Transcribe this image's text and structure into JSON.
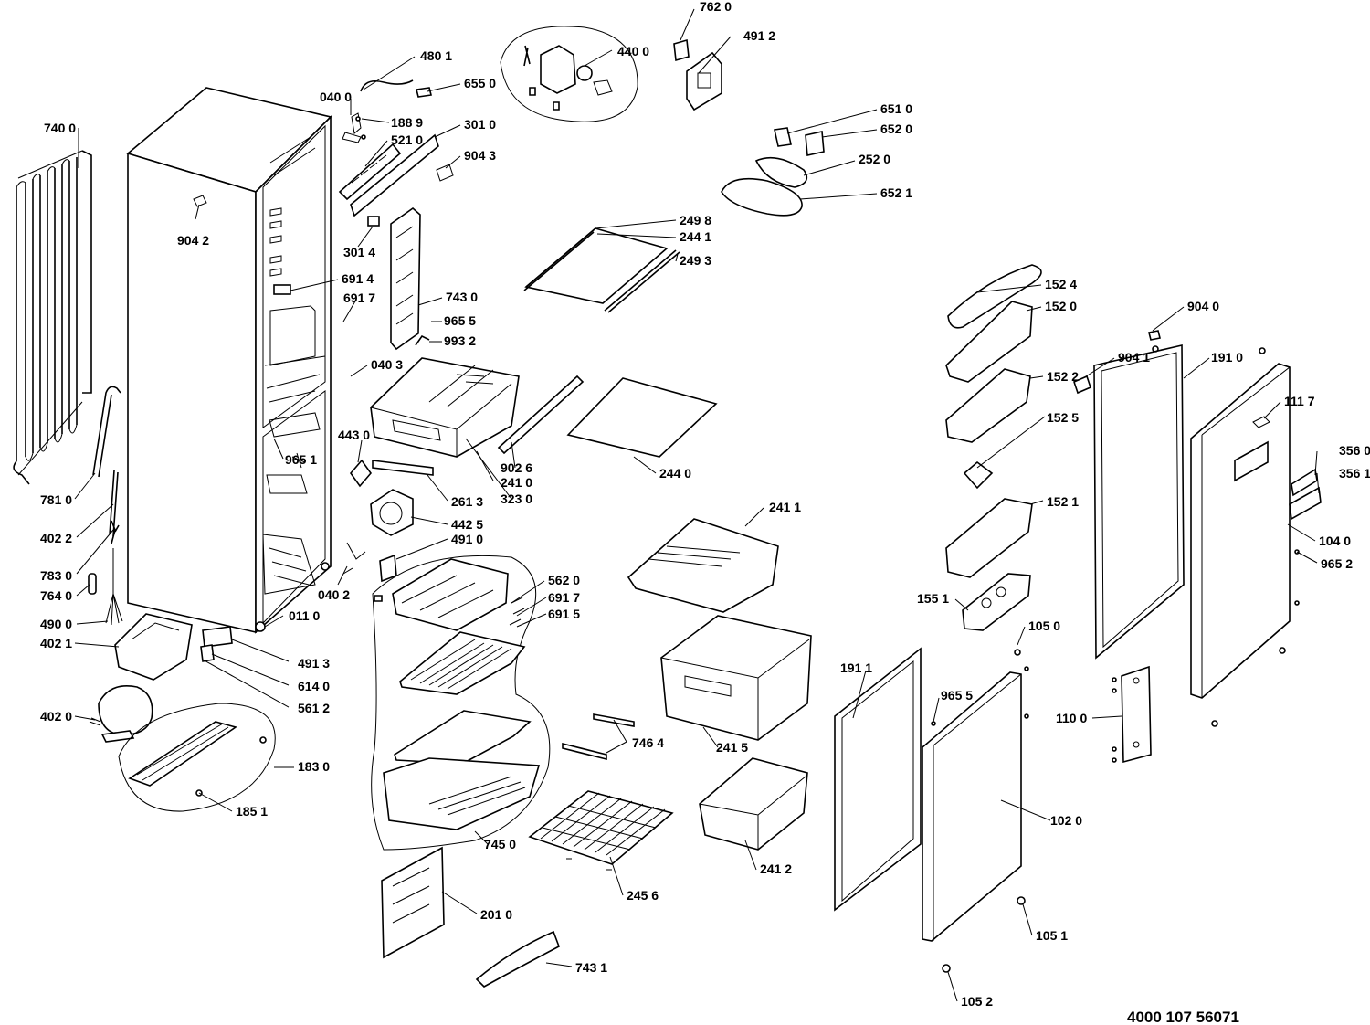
{
  "document_number": "4000 107 56071",
  "parts": [
    {
      "id": "p7620",
      "label": "762 0"
    },
    {
      "id": "p4912",
      "label": "491 2"
    },
    {
      "id": "p4400",
      "label": "440 0"
    },
    {
      "id": "p4801",
      "label": "480 1"
    },
    {
      "id": "p6550",
      "label": "655 0"
    },
    {
      "id": "p0400",
      "label": "040 0"
    },
    {
      "id": "p1889",
      "label": "188 9"
    },
    {
      "id": "p3010",
      "label": "301 0"
    },
    {
      "id": "p5210",
      "label": "521 0"
    },
    {
      "id": "p9043",
      "label": "904 3"
    },
    {
      "id": "p6510",
      "label": "651 0"
    },
    {
      "id": "p6520",
      "label": "652 0"
    },
    {
      "id": "p2520",
      "label": "252 0"
    },
    {
      "id": "p6521",
      "label": "652 1"
    },
    {
      "id": "p7400",
      "label": "740 0"
    },
    {
      "id": "p9042",
      "label": "904 2"
    },
    {
      "id": "p3014",
      "label": "301 4"
    },
    {
      "id": "p6914",
      "label": "691 4"
    },
    {
      "id": "p6917a",
      "label": "691 7"
    },
    {
      "id": "p7430",
      "label": "743 0"
    },
    {
      "id": "p9655a",
      "label": "965 5"
    },
    {
      "id": "p9932",
      "label": "993 2"
    },
    {
      "id": "p2498",
      "label": "249 8"
    },
    {
      "id": "p2441",
      "label": "244 1"
    },
    {
      "id": "p2493",
      "label": "249 3"
    },
    {
      "id": "p1524",
      "label": "152 4"
    },
    {
      "id": "p1520",
      "label": "152 0"
    },
    {
      "id": "p9040",
      "label": "904 0"
    },
    {
      "id": "p9041",
      "label": "904 1"
    },
    {
      "id": "p1910",
      "label": "191 0"
    },
    {
      "id": "p1522",
      "label": "152 2"
    },
    {
      "id": "p1117",
      "label": "111 7"
    },
    {
      "id": "p1525",
      "label": "152 5"
    },
    {
      "id": "p0403",
      "label": "040 3"
    },
    {
      "id": "p4430",
      "label": "443 0"
    },
    {
      "id": "p9651",
      "label": "965 1"
    },
    {
      "id": "p9026",
      "label": "902 6"
    },
    {
      "id": "p2410",
      "label": "241 0"
    },
    {
      "id": "p3230",
      "label": "323 0"
    },
    {
      "id": "p2613",
      "label": "261 3"
    },
    {
      "id": "p2440",
      "label": "244 0"
    },
    {
      "id": "p3560",
      "label": "356 0"
    },
    {
      "id": "p3561",
      "label": "356 1"
    },
    {
      "id": "p7810",
      "label": "781 0"
    },
    {
      "id": "p4022",
      "label": "402 2"
    },
    {
      "id": "p7830",
      "label": "783 0"
    },
    {
      "id": "p7640",
      "label": "764 0"
    },
    {
      "id": "p4900",
      "label": "490 0"
    },
    {
      "id": "p4021",
      "label": "402 1"
    },
    {
      "id": "p4020",
      "label": "402 0"
    },
    {
      "id": "p4425",
      "label": "442 5"
    },
    {
      "id": "p4910",
      "label": "491 0"
    },
    {
      "id": "p0402",
      "label": "040 2"
    },
    {
      "id": "p0110",
      "label": "011 0"
    },
    {
      "id": "p4913",
      "label": "491 3"
    },
    {
      "id": "p6140",
      "label": "614 0"
    },
    {
      "id": "p5612",
      "label": "561 2"
    },
    {
      "id": "p2411",
      "label": "241 1"
    },
    {
      "id": "p1521",
      "label": "152 1"
    },
    {
      "id": "p1040",
      "label": "104 0"
    },
    {
      "id": "p9652",
      "label": "965 2"
    },
    {
      "id": "p5620",
      "label": "562 0"
    },
    {
      "id": "p6917b",
      "label": "691 7"
    },
    {
      "id": "p6915",
      "label": "691 5"
    },
    {
      "id": "p1551",
      "label": "155 1"
    },
    {
      "id": "p1050",
      "label": "105 0"
    },
    {
      "id": "p1911",
      "label": "191 1"
    },
    {
      "id": "p9655b",
      "label": "965 5"
    },
    {
      "id": "p1100",
      "label": "110 0"
    },
    {
      "id": "p7464",
      "label": "746 4"
    },
    {
      "id": "p2415",
      "label": "241 5"
    },
    {
      "id": "p1830",
      "label": "183 0"
    },
    {
      "id": "p1851",
      "label": "185 1"
    },
    {
      "id": "p7450",
      "label": "745  0"
    },
    {
      "id": "p2412",
      "label": "241 2"
    },
    {
      "id": "p1020",
      "label": "102 0"
    },
    {
      "id": "p2456",
      "label": "245 6"
    },
    {
      "id": "p2010",
      "label": "201 0"
    },
    {
      "id": "p1051",
      "label": "105 1"
    },
    {
      "id": "p7431",
      "label": "743 1"
    },
    {
      "id": "p1052",
      "label": "105 2"
    }
  ]
}
